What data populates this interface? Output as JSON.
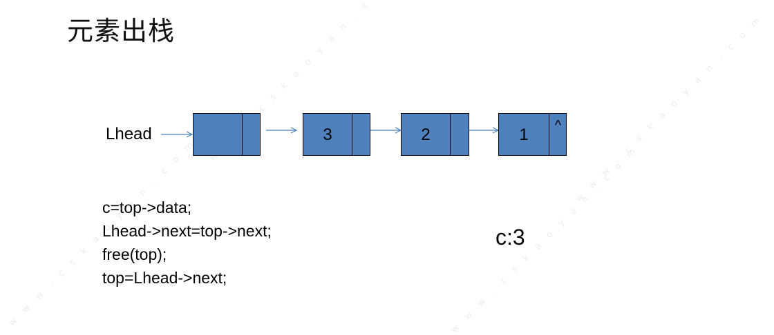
{
  "title": "元素出栈",
  "head_label": "Lhead",
  "nodes": [
    {
      "value": "",
      "pointer": ""
    },
    {
      "value": "3",
      "pointer": ""
    },
    {
      "value": "2",
      "pointer": ""
    },
    {
      "value": "1",
      "pointer": "^"
    }
  ],
  "code_lines": [
    "c=top->data;",
    "Lhead->next=top->next;",
    "free(top);",
    "top=Lhead->next;"
  ],
  "result": "c:3",
  "watermark": "w w w . c s k a o y a n . c o m",
  "colors": {
    "node_fill": "#4f81bd",
    "arrow": "#4f81bd",
    "border": "#000000"
  }
}
